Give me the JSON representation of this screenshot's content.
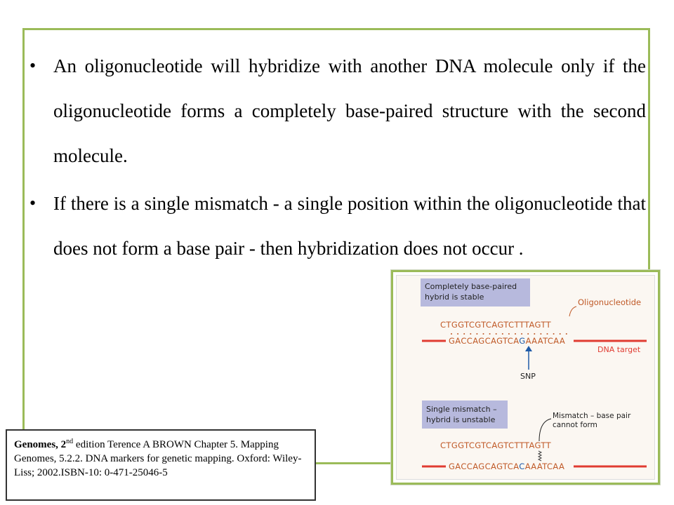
{
  "bullets": [
    "An oligonucleotide will hybridize with another DNA molecule only if the oligonucleotide forms a completely base-paired structure with the second molecule.",
    "If there is a single mismatch - a single position within the oligonucleotide that does not form a base pair - then hybridization does not occur ."
  ],
  "citation": {
    "bold": "Genomes, 2",
    "sup": "nd",
    "rest": " edition   Terence A BROWN Chapter 5. Mapping Genomes, 5.2.2. DNA markers for genetic mapping. Oxford: Wiley-Liss; 2002.ISBN-10: 0-471-25046-5"
  },
  "figure": {
    "box1_line1": "Completely base-paired",
    "box1_line2": "hybrid is stable",
    "oligo_label": "Oligonucleotide",
    "oligo_seq": "CTGGTCGTCAGTCTTTAGTT",
    "target_seq1_a": "GACCAGCAGTCA",
    "target_seq1_b": "G",
    "target_seq1_c": "AAATCAA",
    "dna_label": "DNA target",
    "snp_label": "SNP",
    "box2_line1": "Single mismatch –",
    "box2_line2": "hybrid is unstable",
    "mismatch_line1": "Mismatch – base pair",
    "mismatch_line2": "cannot form",
    "oligo_seq2": "CTGGTCGTCAGTCTTTAGTT",
    "target_seq2_a": "GACCAGCAGTCA",
    "target_seq2_b": "C",
    "target_seq2_c": "AAATCAA",
    "colors": {
      "box": "#b7b9dd",
      "sequence": "#c05a28",
      "strand": "#e03c32",
      "arrow": "#1e5aa8"
    }
  }
}
